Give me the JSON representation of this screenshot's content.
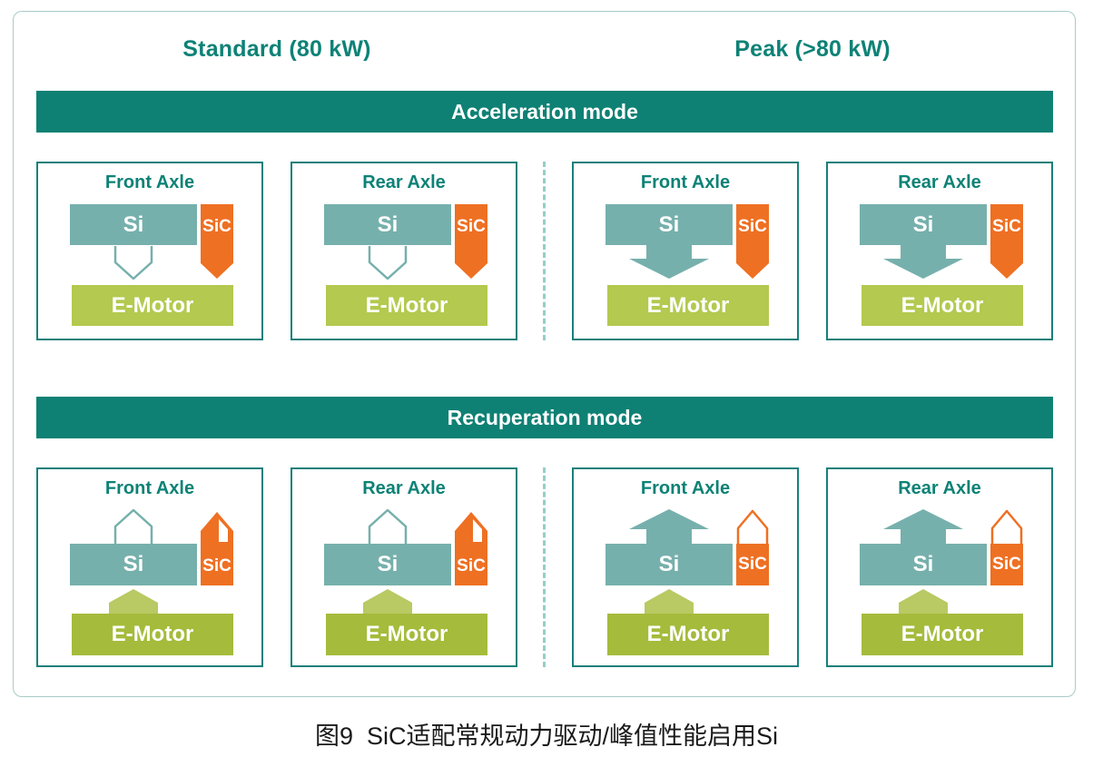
{
  "page": {
    "caption": "图9  SiC适配常规动力驱动/峰值性能启用Si"
  },
  "headers": {
    "standard": "Standard (80 kW)",
    "peak": "Peak (>80 kW)"
  },
  "labels": {
    "si": "Si",
    "sic": "SiC",
    "emotor": "E-Motor"
  },
  "sections": [
    {
      "banner": "Acceleration mode",
      "power_direction": "down",
      "boxes": [
        {
          "column": "standard",
          "title": "Front Axle",
          "si_flow": "inactive-outline",
          "sic_flow": "active-filled"
        },
        {
          "column": "standard",
          "title": "Rear Axle",
          "si_flow": "inactive-outline",
          "sic_flow": "active-filled"
        },
        {
          "column": "peak",
          "title": "Front Axle",
          "si_flow": "active-filled",
          "sic_flow": "active-filled"
        },
        {
          "column": "peak",
          "title": "Rear Axle",
          "si_flow": "active-filled",
          "sic_flow": "active-filled"
        }
      ]
    },
    {
      "banner": "Recuperation mode",
      "power_direction": "up",
      "boxes": [
        {
          "column": "standard",
          "title": "Front Axle",
          "si_flow": "inactive-outline",
          "sic_flow": "active-filled"
        },
        {
          "column": "standard",
          "title": "Rear Axle",
          "si_flow": "inactive-outline",
          "sic_flow": "active-filled"
        },
        {
          "column": "peak",
          "title": "Front Axle",
          "si_flow": "active-filled",
          "sic_flow": "inactive-outline"
        },
        {
          "column": "peak",
          "title": "Rear Axle",
          "si_flow": "active-filled",
          "sic_flow": "inactive-outline"
        }
      ]
    }
  ],
  "colors": {
    "teal_banner": "#0E8174",
    "teal_border": "#17807A",
    "teal_text": "#0D8276",
    "si_fill": "#76B0AC",
    "sic_fill": "#EE7023",
    "emotor_drive": "#B3C94F",
    "emotor_recup": "#A5BB3C",
    "emotor_arrow": "#B9C963",
    "divider_dash": "#93CFC5"
  }
}
